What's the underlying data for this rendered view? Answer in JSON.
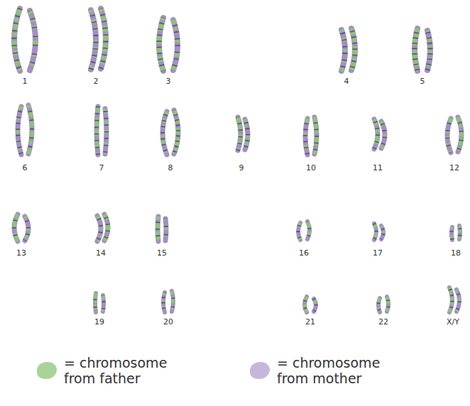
{
  "diagram": {
    "labels": [
      "1",
      "2",
      "3",
      "4",
      "5",
      "6",
      "7",
      "8",
      "9",
      "10",
      "11",
      "12",
      "13",
      "14",
      "15",
      "16",
      "17",
      "18",
      "19",
      "20",
      "21",
      "22",
      "X/Y"
    ],
    "legend": [
      {
        "text": "= chromosome from father",
        "color": "#a9d39a"
      },
      {
        "text": "= chromosome from mother",
        "color": "#c7b6dc"
      }
    ]
  }
}
